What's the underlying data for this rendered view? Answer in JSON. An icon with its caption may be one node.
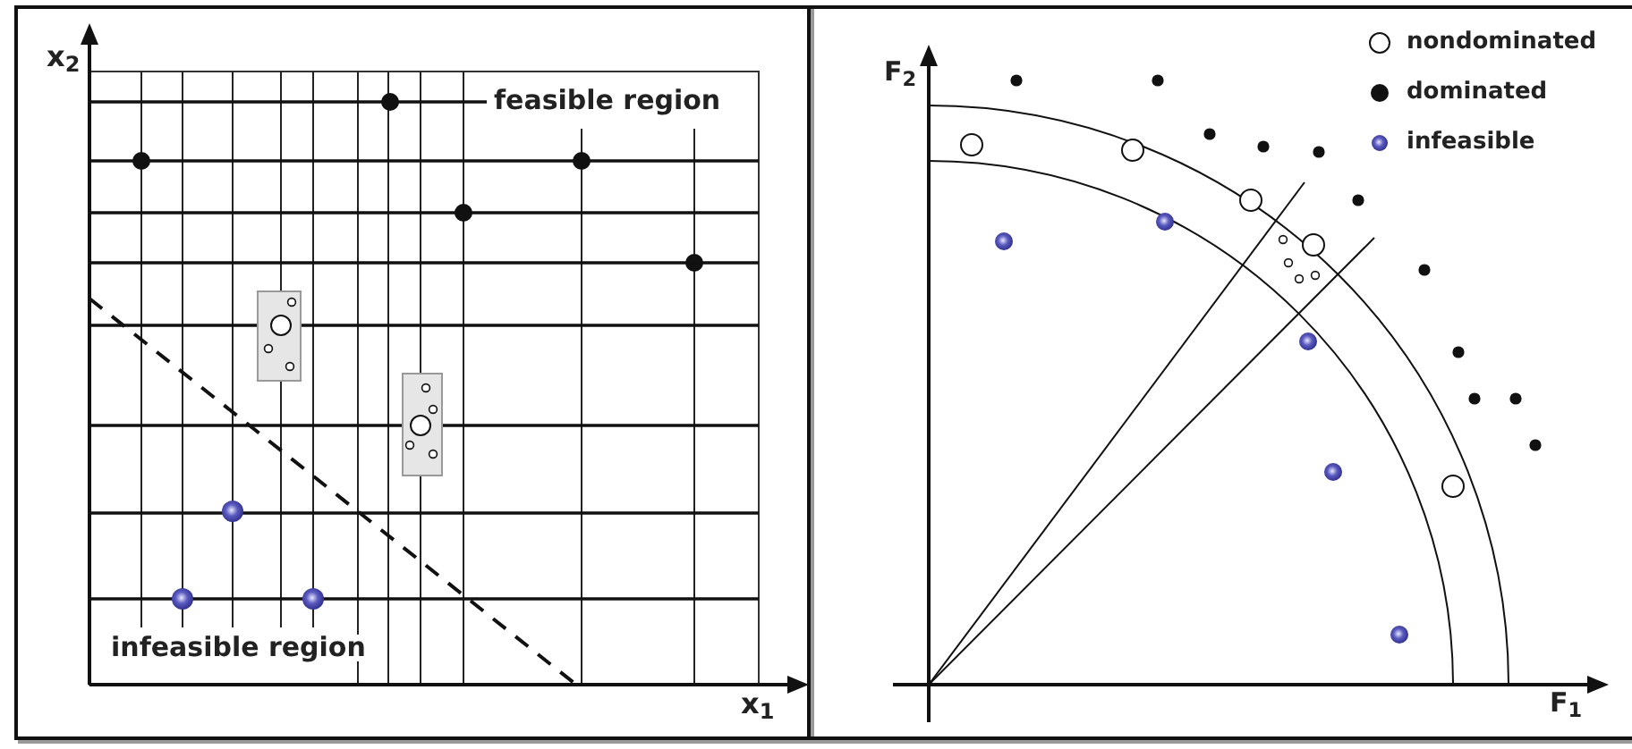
{
  "diagram": {
    "labels": [
      "x$_{2}$",
      "feasible region",
      "infeasible region",
      "x$_{1}$",
      "F$_{2}$",
      "F$_{1}$"
    ],
    "legend": [
      {
        "text": "nondominated"
      },
      {
        "text": "dominated"
      },
      {
        "text": "infeasible"
      }
    ]
  }
}
